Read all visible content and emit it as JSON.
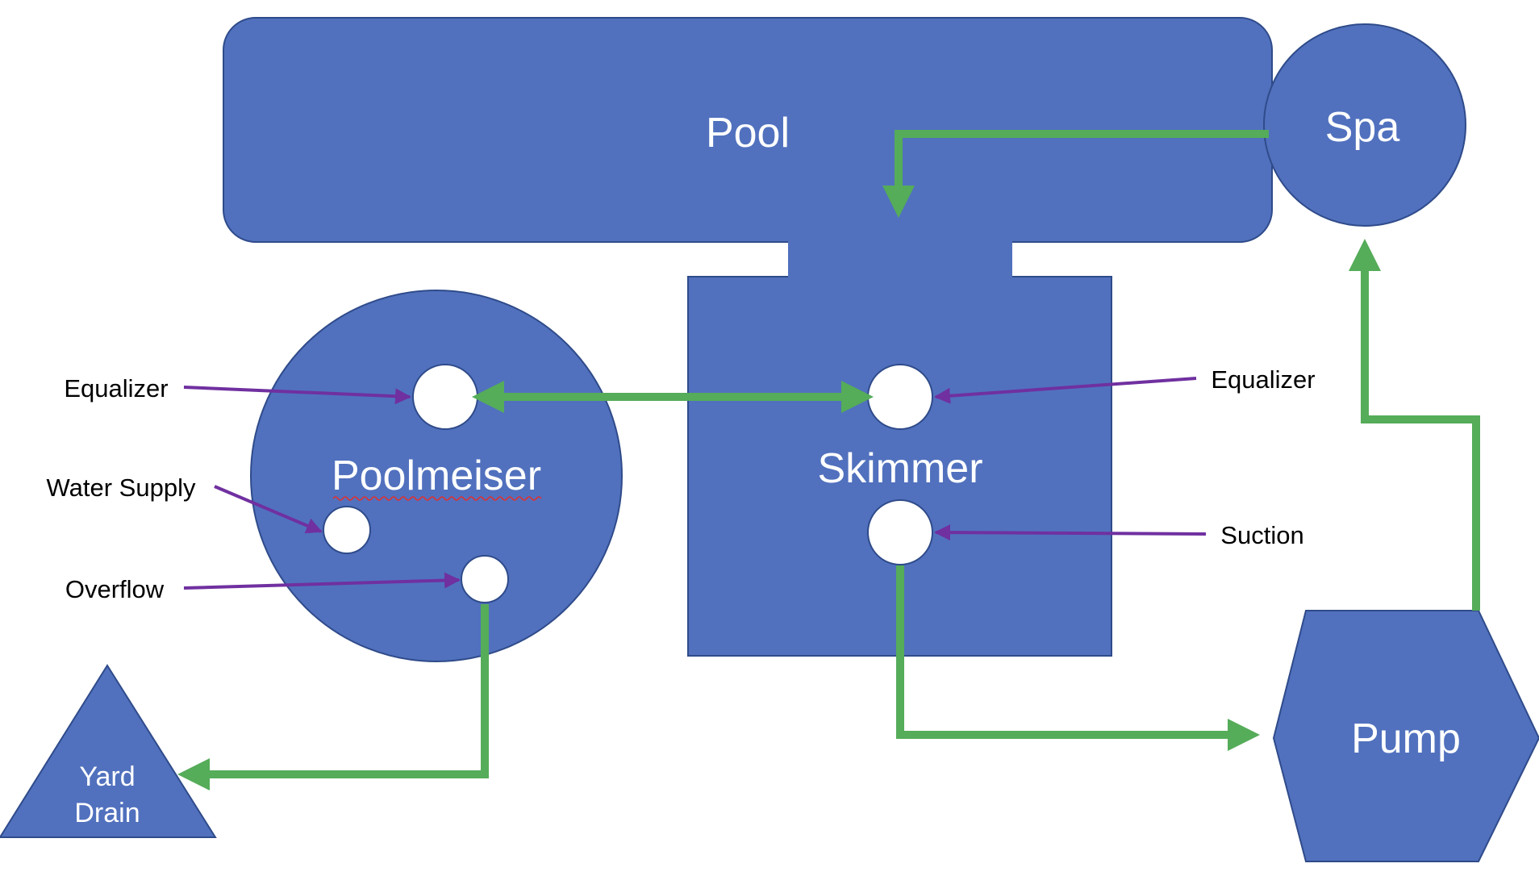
{
  "nodes": {
    "pool": "Pool",
    "spa": "Spa",
    "poolmeiser": "Poolmeiser",
    "skimmer": "Skimmer",
    "pump": "Pump",
    "yard_drain_line1": "Yard",
    "yard_drain_line2": "Drain"
  },
  "callouts": {
    "poolmeiser_equalizer": "Equalizer",
    "water_supply": "Water Supply",
    "overflow": "Overflow",
    "skimmer_equalizer": "Equalizer",
    "suction": "Suction"
  },
  "colors": {
    "shape_fill": "#5171be",
    "flow": "#55ac59",
    "pointer": "#7030a0",
    "spellcheck_underline": "#e03030"
  }
}
